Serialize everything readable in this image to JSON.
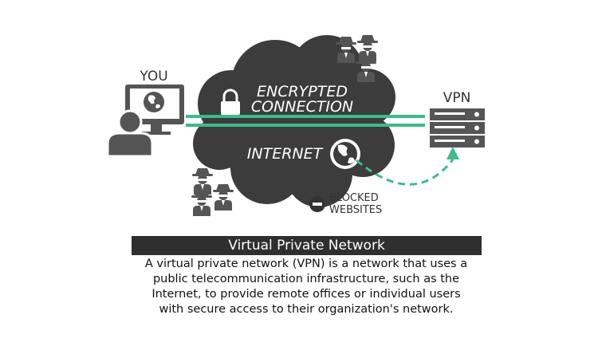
{
  "diagram": {
    "you_label": "YOU",
    "vpn_label": "VPN",
    "encrypted_line1": "ENCRYPTED",
    "encrypted_line2": "CONNECTION",
    "internet_label": "INTERNET",
    "blocked_line1": "BLOCKED",
    "blocked_line2": "WEBSITES",
    "colors": {
      "cloud": "#3c3c3c",
      "tunnel": "#3dbb8a",
      "icon": "#555555",
      "text_dark": "#333333"
    },
    "icons": [
      "monitor-icon",
      "globe-icon",
      "user-icon",
      "lock-icon",
      "server-icon",
      "spy-icon",
      "blocked-icon"
    ]
  },
  "caption": {
    "title": "Virtual Private Network",
    "lines": [
      "A virtual private network (VPN) is a network that uses a",
      "public telecommunication infrastructure, such as the",
      "Internet, to provide remote offices or individual users",
      "with secure access to their organization's network."
    ]
  }
}
